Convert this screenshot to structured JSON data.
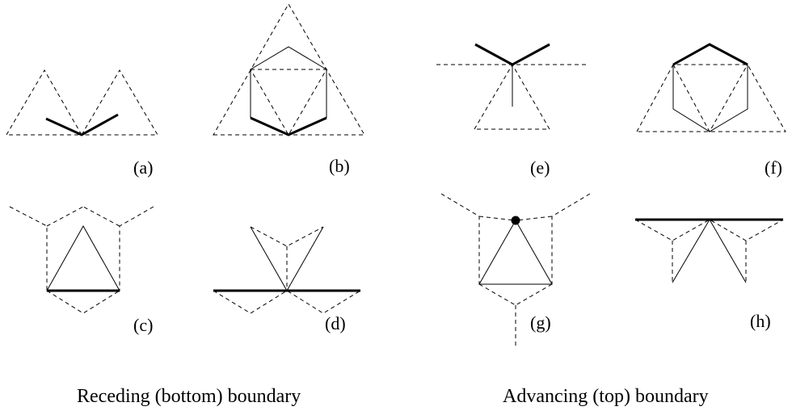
{
  "panels": [
    {
      "id": "a",
      "label": "(a)"
    },
    {
      "id": "b",
      "label": "(b)"
    },
    {
      "id": "c",
      "label": "(c)"
    },
    {
      "id": "d",
      "label": "(d)"
    },
    {
      "id": "e",
      "label": "(e)"
    },
    {
      "id": "f",
      "label": "(f)"
    },
    {
      "id": "g",
      "label": "(g)"
    },
    {
      "id": "h",
      "label": "(h)"
    }
  ],
  "captions": {
    "left": "Receding (bottom) boundary",
    "right": "Advancing (top) boundary"
  }
}
